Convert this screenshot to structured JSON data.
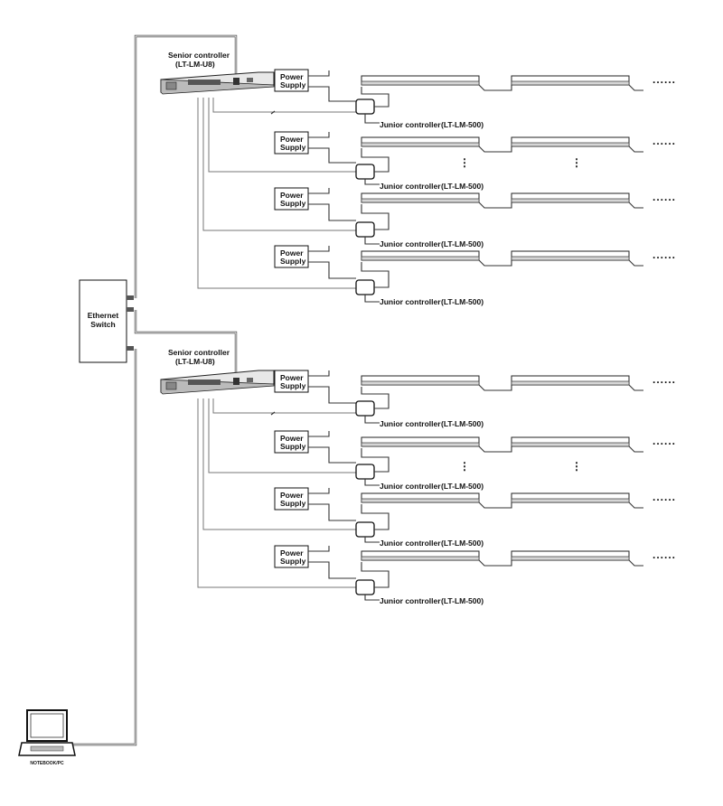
{
  "ethernet_switch": {
    "line1": "Ethernet",
    "line2": "Switch"
  },
  "notebook": {
    "label": "NOTEBOOK/PC"
  },
  "senior_controllers": [
    {
      "name": "Senior controller",
      "model": "(LT-LM-U8)"
    },
    {
      "name": "Senior controller",
      "model": "(LT-LM-U8)"
    }
  ],
  "power_supply": {
    "line1": "Power",
    "line2": "Supply"
  },
  "junior_controller": {
    "label": "Junior controller",
    "model": "(LT-LM-500)"
  },
  "continuation": {
    "horizontal": "......",
    "vertical": "⋮"
  }
}
